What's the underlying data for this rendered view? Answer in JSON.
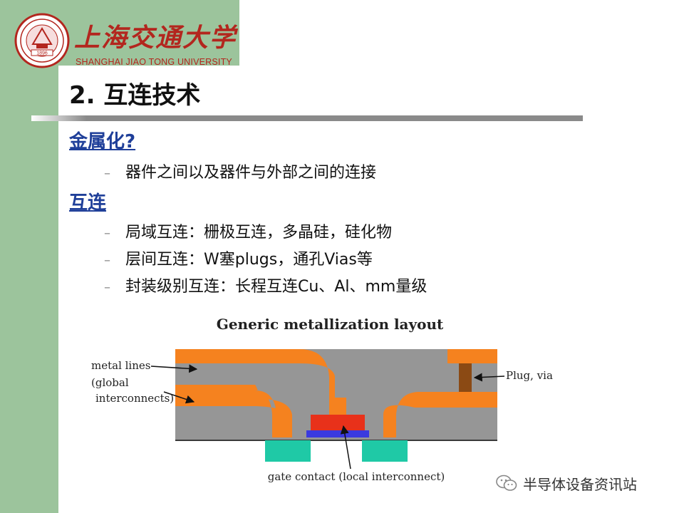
{
  "header": {
    "logo_cn": "上海交通大学",
    "logo_en": "SHANGHAI JIAO TONG UNIVERSITY",
    "seal_year": "1896"
  },
  "slide": {
    "title": "2. 互连技术",
    "sections": [
      {
        "heading": "金属化? ",
        "bullets": [
          "器件之间以及器件与外部之间的连接"
        ]
      },
      {
        "heading": "互连",
        "bullets": [
          "局域互连：栅极互连，多晶硅，硅化物",
          "层间互连：W塞plugs，通孔Vias等",
          "封装级别互连：长程互连Cu、Al、mm量级"
        ]
      }
    ],
    "bullet_marker": "–"
  },
  "diagram": {
    "title": "Generic metallization layout",
    "labels": {
      "metal_lines_1": "metal lines",
      "metal_lines_2": "(global",
      "metal_lines_3": "interconnects)",
      "plug": "Plug, via",
      "gate_contact": "gate contact (local interconnect)"
    },
    "colors": {
      "dielectric": "#969696",
      "metal": "#f5821f",
      "gate": "#e8311a",
      "gate_oxide": "#3a3adf",
      "diffusion": "#1fc9a6",
      "plug": "#8b4a14"
    }
  },
  "watermark": {
    "text": "半导体设备资讯站",
    "icon": "wechat-icon"
  },
  "colors": {
    "accent_green": "#9cc49c",
    "heading_blue": "#1f3f99",
    "logo_red": "#b3261e"
  }
}
